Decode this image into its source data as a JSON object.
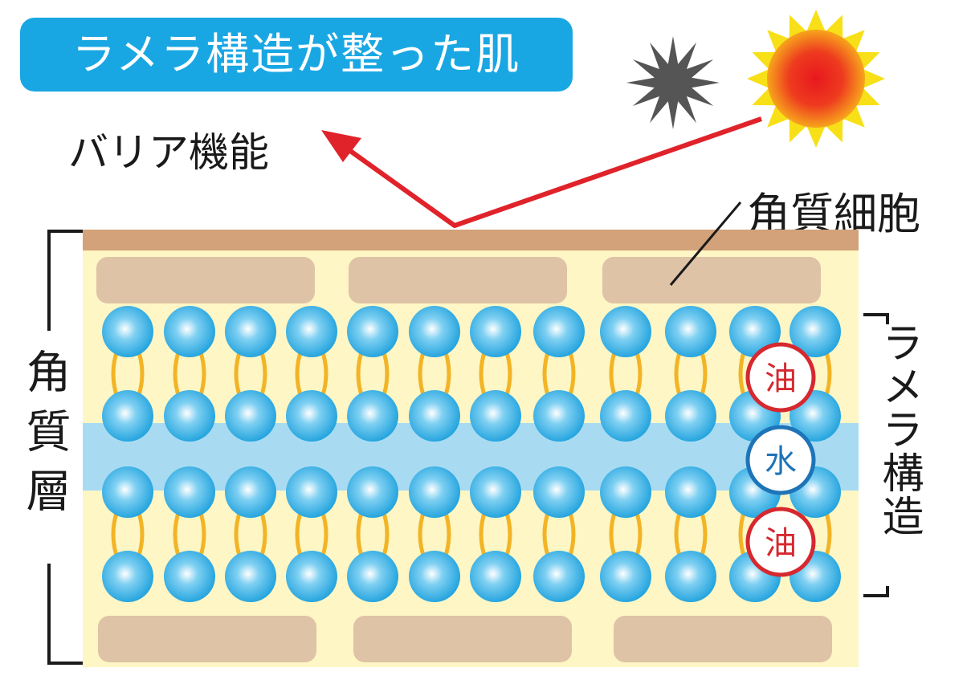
{
  "title": "ラメラ構造が整った肌",
  "labels": {
    "barrier": "バリア機能",
    "corneocyte": "角質細胞",
    "stratum": "角質層",
    "lamellar": "ラメラ構造"
  },
  "markers": {
    "oil": "油",
    "water": "水"
  },
  "colors": {
    "badge": "#19a7e3",
    "top_band": "#d3a27a",
    "cell": "#dfc3a6",
    "background_layer": "#fef6c4",
    "water_band": "#a8dbf2",
    "lipid_head": "#21a3dd",
    "lipid_tail": "#f2b426",
    "arrow": "#e0232a",
    "oil_ring": "#d6282f",
    "water_ring": "#1f74b8",
    "sun": "#e8201e",
    "star": "#555555"
  },
  "icons": [
    "sun-icon",
    "star-burst-icon"
  ]
}
